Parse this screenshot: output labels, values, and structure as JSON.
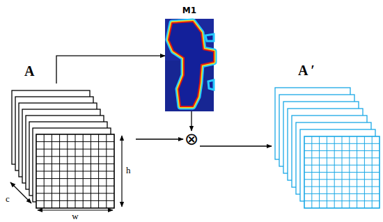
{
  "diagram": {
    "nodes": [
      {
        "text": [
          "A"
        ]
      },
      {
        "text": [
          "M1"
        ]
      },
      {
        "text": [
          "⊗"
        ]
      },
      {
        "text": [
          "A ′"
        ]
      }
    ],
    "edges": [
      {
        "from": 0,
        "to": 1,
        "arrow": "to"
      },
      {
        "from": 1,
        "to": 2,
        "arrow": "to"
      },
      {
        "from": 0,
        "to": 2,
        "arrow": "to"
      },
      {
        "from": 2,
        "to": 3,
        "arrow": "to"
      }
    ],
    "labels": [
      "c",
      "h",
      "w"
    ]
  }
}
